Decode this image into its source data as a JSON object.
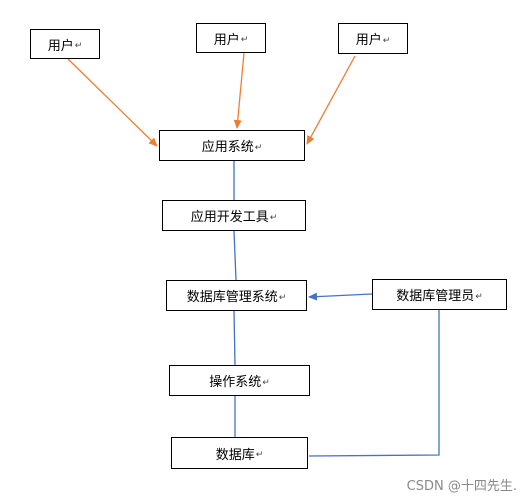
{
  "diagram": {
    "nodes": {
      "user1": "用户",
      "user2": "用户",
      "user3": "用户",
      "app_system": "应用系统",
      "dev_tool": "应用开发工具",
      "dbms": "数据库管理系统",
      "dba": "数据库管理员",
      "os": "操作系统",
      "database": "数据库"
    },
    "return_mark": "↵",
    "colors": {
      "user_arrow": "#ed7d31",
      "connector": "#4472c4",
      "border": "#000000"
    }
  },
  "watermark": "CSDN @十四先生."
}
